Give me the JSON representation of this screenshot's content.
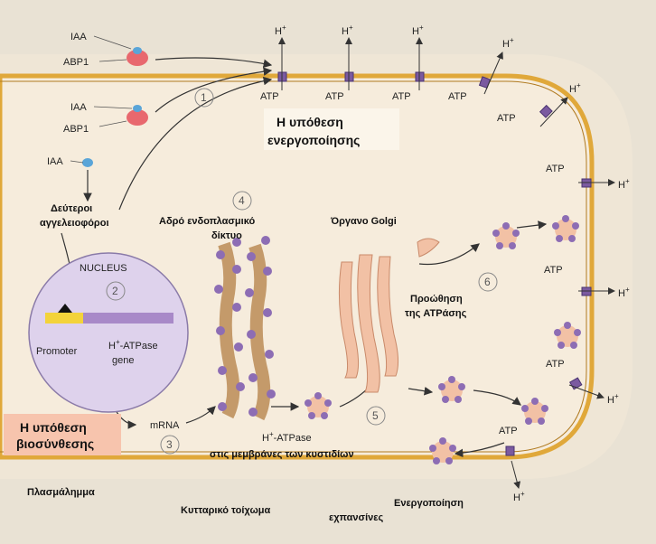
{
  "labels": {
    "iaa": "IAA",
    "abp1": "ABP1",
    "hplus": "H",
    "plus": "+",
    "atp": "ATP",
    "activation_title_1": "Η υπόθεση",
    "activation_title_2": "ενεργοποίησης",
    "second_messengers_1": "Δεύτεροι",
    "second_messengers_2": "αγγελειοφόροι",
    "nucleus": "NUCLEUS",
    "promoter": "Promoter",
    "gene_1": "-ATPase",
    "gene_2": "gene",
    "rough_er_1": "Αδρό ενδοπλασμικό",
    "rough_er_2": "δίκτυο",
    "golgi": "Όργανο Golgi",
    "promotion_1": "Προώθηση",
    "promotion_2": "της ATPάσης",
    "mrna": "mRNA",
    "vesicle_1": "-ATPase",
    "vesicle_2": "στις μεμβράνες των κυστιδίων",
    "biosynthesis_title_1": "Η υπόθεση",
    "biosynthesis_title_2": "βιοσύνθεσης",
    "plasmalemma": "Πλασμάλημμα",
    "cell_wall": "Κυτταρικό τοίχωμα",
    "expansion_1": "Ενεργοποίηση",
    "expansion_2": "εχπανσίνες"
  },
  "steps": [
    "1",
    "2",
    "3",
    "4",
    "5",
    "6"
  ],
  "colors": {
    "background": "#e9e2d4",
    "cytoplasm": "#f6ecdc",
    "membrane": "#e0a83a",
    "pump": "#7b5aa0",
    "nucleus": "#ded2ec",
    "organelle": "#f2c1a5",
    "biosynthesis_box": "#f7c4ad"
  }
}
